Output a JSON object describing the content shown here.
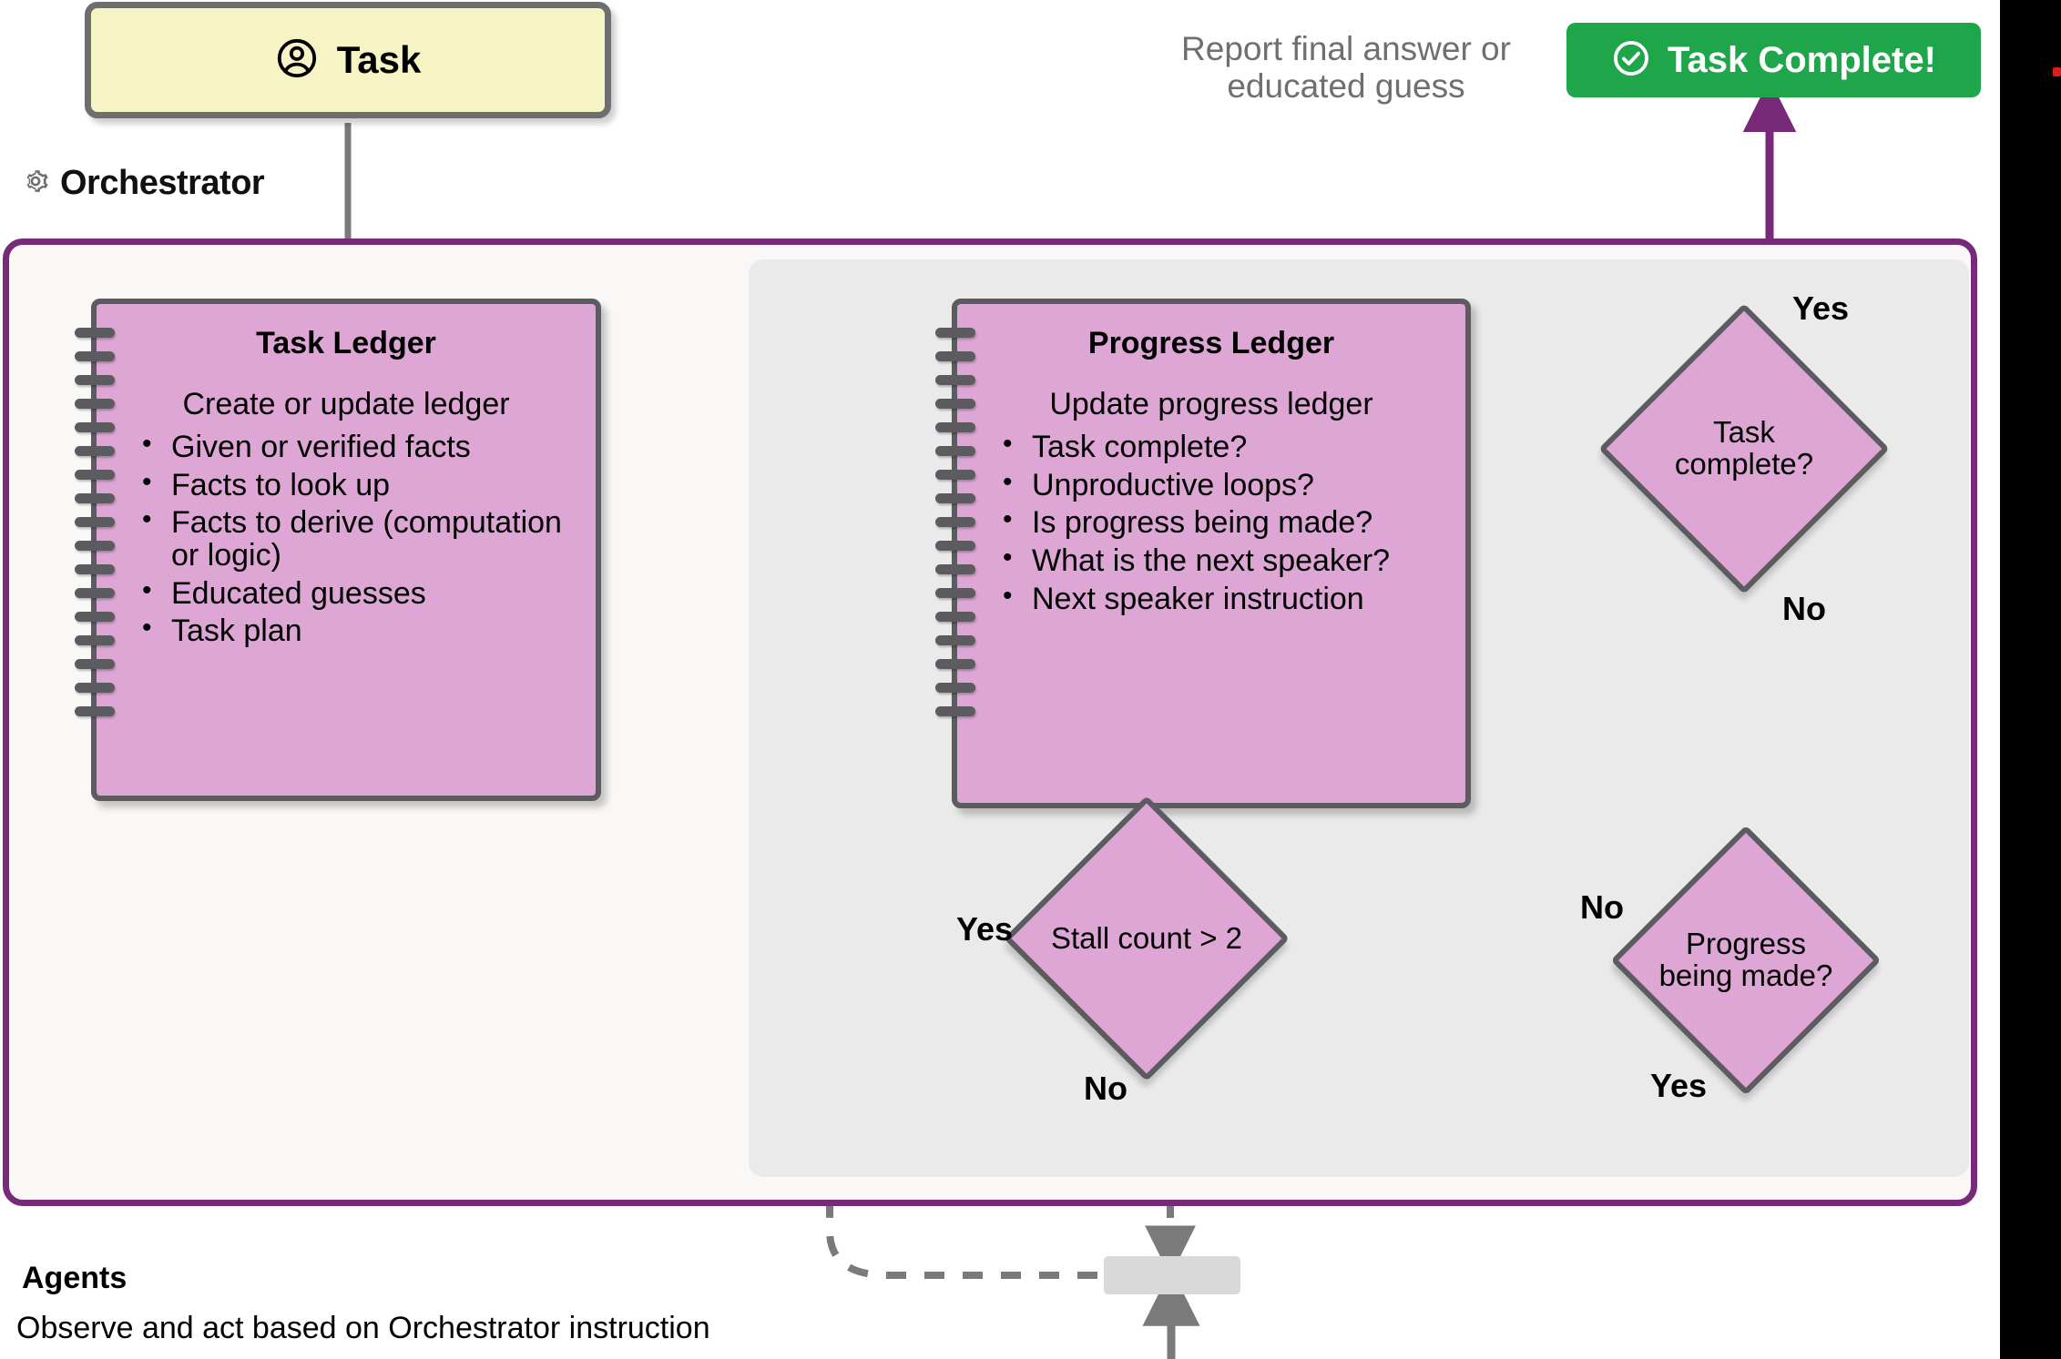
{
  "diagram": {
    "title": "Magentic-One Orchestrator Flow",
    "colors": {
      "ledger_fill": "#DDA6D5",
      "ledger_stroke": "#5C5C60",
      "orchestrator_border": "#762A77",
      "orchestrator_fill": "#FAF8F6",
      "inner_panel_fill": "#EAEAEA",
      "task_box_fill": "#F6F3C4",
      "success_green": "#1FA64A",
      "purple_arrow": "#762A77",
      "dashed_gray": "#7A7A7A",
      "note_gray": "#6F6F6F",
      "black_band": "#000000",
      "red_dot": "#E01B1B"
    }
  },
  "task_box": {
    "icon": "user-circle-icon",
    "label": "Task"
  },
  "orchestrator": {
    "icon": "gear-icon",
    "label": "Orchestrator"
  },
  "report_note": {
    "line1": "Report final answer or",
    "line2": "educated guess"
  },
  "task_complete_badge": {
    "icon": "check-circle-icon",
    "label": "Task Complete!"
  },
  "task_ledger": {
    "title": "Task Ledger",
    "subtitle": "Create or update ledger",
    "items": [
      "Given or verified facts",
      "Facts to look up",
      "Facts to derive (computation or logic)",
      "Educated guesses",
      "Task plan"
    ]
  },
  "progress_ledger": {
    "title": "Progress Ledger",
    "subtitle": "Update progress ledger",
    "items": [
      "Task complete?",
      "Unproductive loops?",
      "Is progress being made?",
      "What is the next speaker?",
      "Next speaker instruction"
    ]
  },
  "decisions": {
    "task_complete": {
      "label": "Task complete?",
      "yes_label": "Yes",
      "no_label": "No"
    },
    "progress_being_made": {
      "label": "Progress being made?",
      "yes_label": "Yes",
      "no_label": "No"
    },
    "stall_count": {
      "label": "Stall count > 2",
      "yes_label": "Yes",
      "no_label": "No"
    }
  },
  "agents": {
    "title": "Agents",
    "description": "Observe and act based on Orchestrator instruction"
  }
}
